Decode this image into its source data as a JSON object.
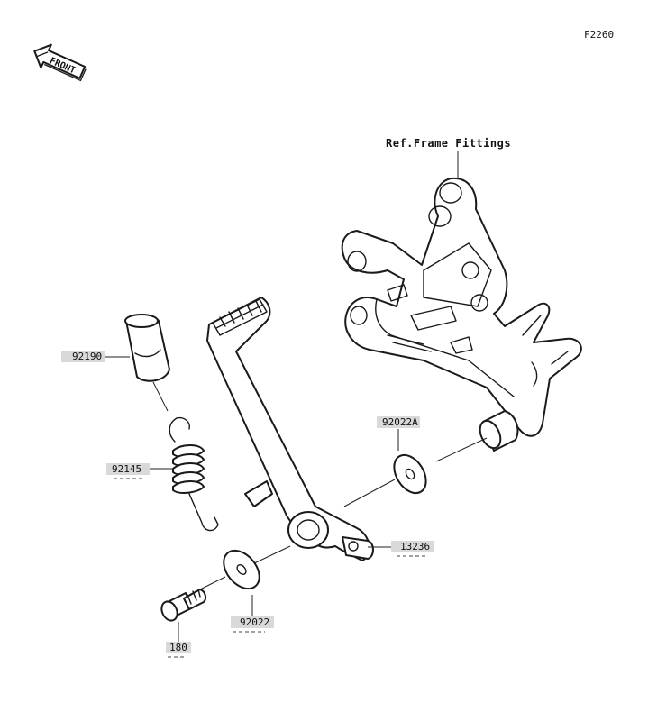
{
  "figure_code": "F2260",
  "front_label": "FRONT",
  "reference_label": "Ref.Frame Fittings",
  "colors": {
    "line": "#1a1a1a",
    "label_box": "#d9d9d9",
    "background": "#ffffff"
  },
  "parts": {
    "rubber": "92190",
    "spring": "92145",
    "washer_a": "92022A",
    "pedal": "13236",
    "washer": "92022",
    "bolt": "180"
  }
}
